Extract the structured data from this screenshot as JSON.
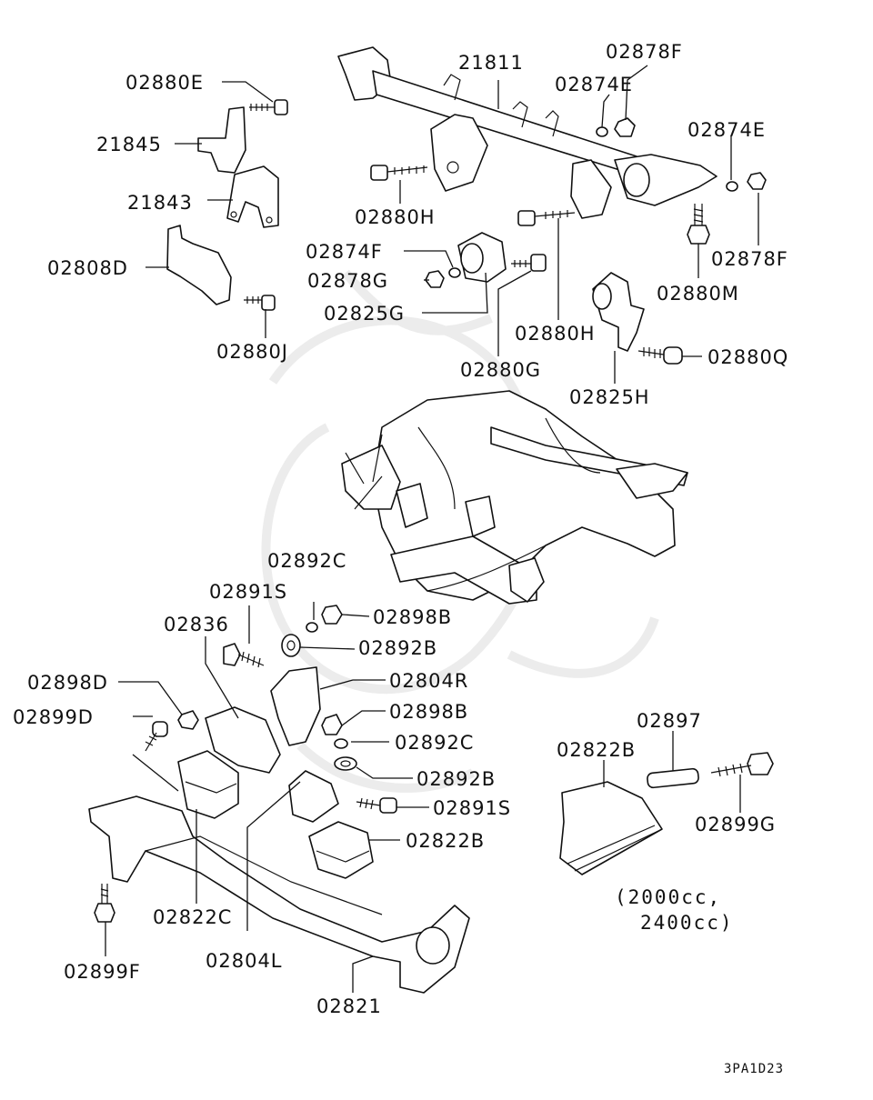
{
  "diagram": {
    "labels": {
      "p02880E": "02880E",
      "p21845": "21845",
      "p21843": "21843",
      "p02808D": "02808D",
      "p02880J": "02880J",
      "p21811": "21811",
      "p02878F_top": "02878F",
      "p02874E_top": "02874E",
      "p02874E_right": "02874E",
      "p02878F_right": "02878F",
      "p02880H_left": "02880H",
      "p02874F": "02874F",
      "p02878G": "02878G",
      "p02825G": "02825G",
      "p02880M": "02880M",
      "p02880H_mid": "02880H",
      "p02880G": "02880G",
      "p02880Q": "02880Q",
      "p02825H": "02825H",
      "p02892C_top": "02892C",
      "p02891S_top": "02891S",
      "p02898B_top": "02898B",
      "p02836": "02836",
      "p02892B_top": "02892B",
      "p02898D": "02898D",
      "p02804R": "02804R",
      "p02899D": "02899D",
      "p02898B_mid": "02898B",
      "p02892C_mid": "02892C",
      "p02892B_mid": "02892B",
      "p02891S_mid": "02891S",
      "p02822B_mid": "02822B",
      "p02897": "02897",
      "p02822B_right": "02822B",
      "p02899G": "02899G",
      "p02822C": "02822C",
      "p02804L": "02804L",
      "p02899F": "02899F",
      "p02821": "02821"
    },
    "note_line1": "(2000cc,",
    "note_line2": "2400cc)",
    "diagram_code": "3PA1D23"
  }
}
